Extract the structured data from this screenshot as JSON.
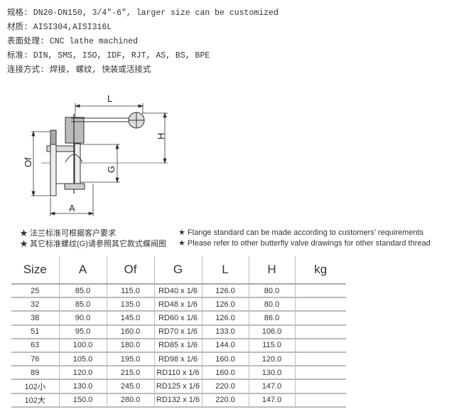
{
  "specs": [
    "规格: DN20-DN150, 3/4\"-6\", larger size can be customized",
    "材质: AISI304,AISI316L",
    "表面处理: CNC lathe machined",
    "标准: DIN, SMS, ISO, IDF, RJT, AS, BS, BPE",
    "连接方式: 焊接, 螺纹, 快装或活接式"
  ],
  "drawing": {
    "labels": {
      "L": "L",
      "H": "H",
      "Of": "Of",
      "G": "G",
      "A": "A"
    }
  },
  "notes": {
    "cn": [
      "★ 法兰标准可根据客户要求",
      "★ 其它标准螺纹(G)请参照其它款式蝶阀图"
    ],
    "en": [
      "★ Flange standard can be made according to customers’  requirements",
      "★ Please refer to other butterfly valve drawings for other standard thread"
    ]
  },
  "table": {
    "headers": [
      "Size",
      "A",
      "Of",
      "G",
      "L",
      "H",
      "kg"
    ],
    "rows": [
      [
        "25",
        "85.0",
        "115.0",
        "RD40 x 1/6",
        "126.0",
        "80.0",
        ""
      ],
      [
        "32",
        "85.0",
        "135.0",
        "RD48 x 1/6",
        "126.0",
        "80.0",
        ""
      ],
      [
        "38",
        "90.0",
        "145.0",
        "RD60 x 1/6",
        "126.0",
        "86.0",
        ""
      ],
      [
        "51",
        "95.0",
        "160.0",
        "RD70 x 1/6",
        "133.0",
        "106.0",
        ""
      ],
      [
        "63",
        "100.0",
        "180.0",
        "RD85 x 1/6",
        "144.0",
        "115.0",
        ""
      ],
      [
        "76",
        "105.0",
        "195.0",
        "RD98 x 1/6",
        "160.0",
        "120.0",
        ""
      ],
      [
        "89",
        "120.0",
        "215.0",
        "RD110 x 1/6",
        "160.0",
        "130.0",
        ""
      ],
      [
        "102小",
        "130.0",
        "245.0",
        "RD125 x 1/6",
        "220.0",
        "147.0",
        ""
      ],
      [
        "102大",
        "150.0",
        "280.0",
        "RD132 x 1/6",
        "220.0",
        "147.0",
        ""
      ]
    ]
  }
}
